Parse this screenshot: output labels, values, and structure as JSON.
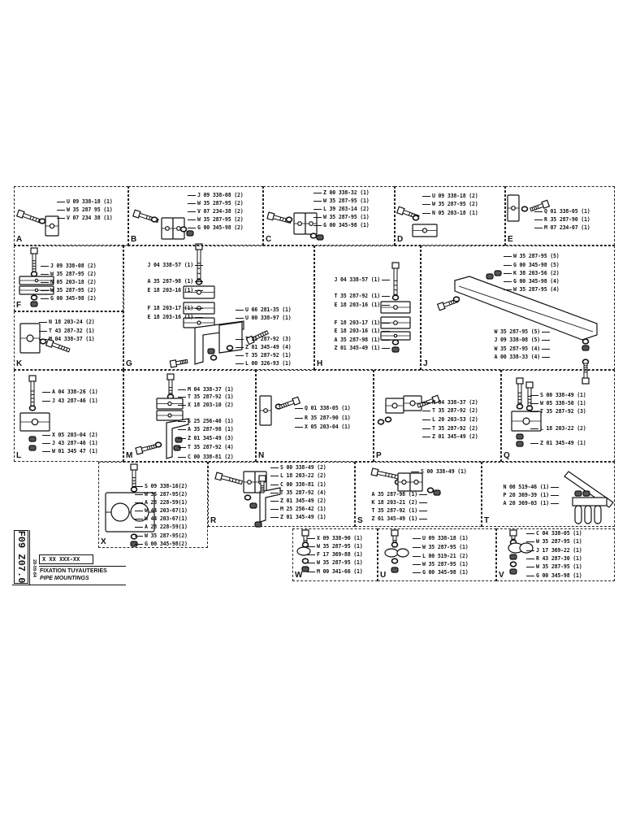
{
  "title_block": {
    "sheet_code": "F09 Z07.0",
    "date": "28-09-84",
    "reference": "X XX XXX-XX",
    "title_fr": "FIXATION TUYAUTERIES",
    "title_en": "PIPE MOUNTINGS"
  },
  "panels": [
    {
      "letter": "A",
      "parts": [
        "U 09 338-18 (1)",
        "W 35 287 95 (1)",
        "V 07 234 38 (1)"
      ]
    },
    {
      "letter": "B",
      "parts": [
        "J 09 338-08 (2)",
        "W 35 287-95 (2)",
        "V 07 234-38 (2)",
        "W 35 287-95 (2)",
        "G 00 345-98 (2)"
      ]
    },
    {
      "letter": "C",
      "parts": [
        "Z 00 338-32 (1)",
        "W 35 287-95 (1)",
        "L 39 203-14 (2)",
        "W 35 287-95 (1)",
        "G 00 345-98 (1)"
      ]
    },
    {
      "letter": "D",
      "parts": [
        "U 09 338-18 (2)",
        "W 35 287-95 (2)",
        "N 05 203-18 (1)"
      ]
    },
    {
      "letter": "E",
      "parts": [
        "Q 01 338-05 (1)",
        "R 35 287-90 (1)",
        "M 07 234-07 (1)"
      ]
    },
    {
      "letter": "F",
      "parts": [
        "J 09 338-08 (2)",
        "W 35 287-95 (2)",
        "N 05 203-18 (2)",
        "W 35 287-95 (2)",
        "G 00 345-98 (2)"
      ]
    },
    {
      "letter": "K",
      "parts": [
        "N 18 203-24 (2)",
        "T 43 287-32 (1)",
        "M 04 338-37 (1)"
      ]
    },
    {
      "letter": "G",
      "parts": [
        "J 04 338-57 (1)",
        "A 35 287-98 (1)",
        "E 18 203-16 (1)",
        "F 18 203-17 (1)",
        "E 18 203-16 (1)",
        "U 66 281-35 (1)",
        "U 00 338-97 (1)",
        "T 35 287-92 (3)",
        "Z 01 345-49 (4)",
        "T 35 287-92 (1)",
        "L 00 326-93 (1)"
      ]
    },
    {
      "letter": "H",
      "parts": [
        "J 04 338-57 (1)",
        "T 35 287-92 (1)",
        "E 18 203-16 (1)",
        "F 18 203-17 (1)",
        "E 18 203-16 (1)",
        "A 35 287-98 (1)",
        "Z 01 345-49 (1)"
      ]
    },
    {
      "letter": "J",
      "parts": [
        "W 35 287-95 (5)",
        "G 00 345-98 (5)",
        "K 38 203-56 (2)",
        "G 00 345-98 (4)",
        "W 35 287-95 (4)",
        "W 35 287-95 (5)",
        "J 09 338-08 (5)",
        "W 35 287-95 (4)",
        "A 00 338-33 (4)"
      ]
    },
    {
      "letter": "L",
      "parts": [
        "A 04 338-26 (1)",
        "J 43 287-46 (1)",
        "X 05 203-04 (2)",
        "J 43 287-46 (1)",
        "W 01 345 47 (1)"
      ]
    },
    {
      "letter": "M",
      "parts": [
        "M 04 338-37 (1)",
        "T 35 287-92 (1)",
        "X 18 203-10 (2)",
        "S 25 256-46 (1)",
        "A 35 287-98 (1)",
        "Z 01 345-49 (3)",
        "T 35 287-92 (4)",
        "C 00 338-81 (2)"
      ]
    },
    {
      "letter": "N",
      "parts": [
        "Q 01 338-05 (1)",
        "R 35 287-90 (1)",
        "X 05 203-04 (1)"
      ]
    },
    {
      "letter": "P",
      "parts": [
        "M 04 338-37 (2)",
        "T 35 287-92 (2)",
        "L 20 203-53 (2)",
        "T 35 287-92 (2)",
        "Z 01 345-49 (2)"
      ]
    },
    {
      "letter": "Q",
      "parts": [
        "S 00 338-49 (1)",
        "W 05 338-50 (1)",
        "T 35 287-92 (3)",
        "L 18 203-22 (2)",
        "Z 01 345-49 (1)"
      ]
    },
    {
      "letter": "X",
      "parts": [
        "S 09 338-16(2)",
        "W 35 287-95(2)",
        "A 28 228-59(1)",
        "W 44 203-67(1)",
        "W 44 203-67(1)",
        "A 28 228-59(1)",
        "W 35 287-95(2)",
        "G 00 345-98(2)"
      ]
    },
    {
      "letter": "R",
      "parts": [
        "S 00 338-49 (2)",
        "L 18 203-22 (2)",
        "C 00 338-81 (1)",
        "T 35 287-92 (4)",
        "Z 01 345-49 (2)",
        "M 25 256-42 (1)",
        "Z 01 345-49 (1)"
      ]
    },
    {
      "letter": "S",
      "parts": [
        "S 00 338-49 (1)",
        "A 35 287-98 (1)",
        "K 18 203-21 (2)",
        "T 35 287-92 (1)",
        "Z 01 345-49 (1)"
      ]
    },
    {
      "letter": "T",
      "parts": [
        "N 00 519-46 (1)",
        "P 20 369-39 (1)",
        "A 20 369-03 (1)"
      ]
    },
    {
      "letter": "W",
      "parts": [
        "X 09 338-90 (1)",
        "W 35 287-95 (1)",
        "F 17 369-88 (1)",
        "W 35 287-95 (1)",
        "M 00 341-66 (1)"
      ]
    },
    {
      "letter": "U",
      "parts": [
        "U 09 338-18 (1)",
        "W 35 287-95 (1)",
        "L 00 519-21 (2)",
        "W 35 287-95 (1)",
        "G 00 345-98 (1)"
      ]
    },
    {
      "letter": "V",
      "parts": [
        "C 04 338-05 (1)",
        "W 35 287-95 (1)",
        "J 17 369-22 (1)",
        "R 43 287-30 (1)",
        "W 35 287-95 (1)",
        "G 00 345-98 (1)"
      ]
    }
  ]
}
